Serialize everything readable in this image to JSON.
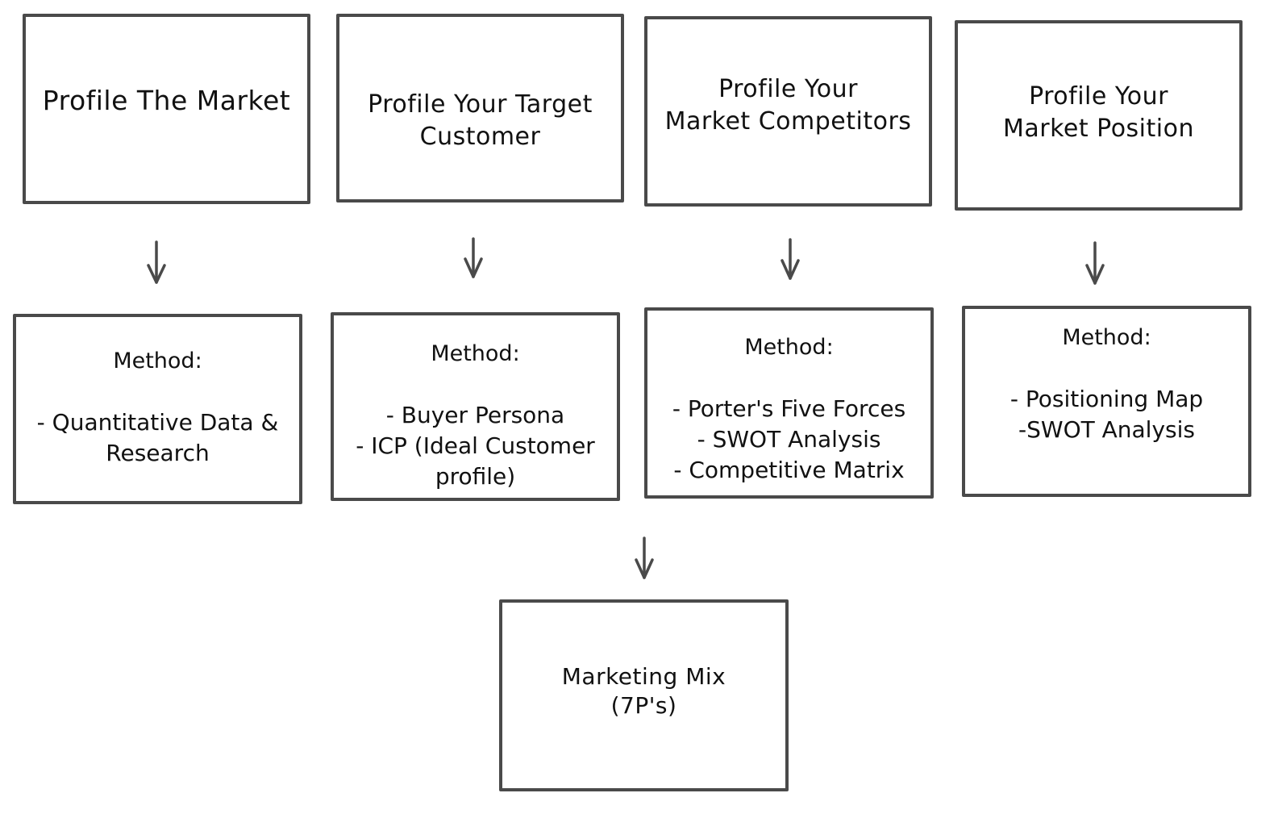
{
  "colors": {
    "stroke": "#4a4a4a",
    "text": "#111111",
    "background": "#ffffff"
  },
  "top_row": [
    {
      "title": "Profile The Market"
    },
    {
      "title": "Profile Your Target Customer"
    },
    {
      "title_line1": "Profile Your",
      "title_line2": "Market Competitors"
    },
    {
      "title_line1": "Profile Your",
      "title_line2": "Market Position"
    }
  ],
  "method_row": [
    {
      "label": "Method:",
      "items": [
        "- Quantitative Data & Research"
      ]
    },
    {
      "label": "Method:",
      "items": [
        "- Buyer Persona",
        "- ICP (Ideal Customer profile)"
      ]
    },
    {
      "label": "Method:",
      "items": [
        "- Porter's Five Forces",
        "- SWOT Analysis",
        "- Competitive Matrix"
      ]
    },
    {
      "label": "Method:",
      "items": [
        "- Positioning Map",
        "-SWOT Analysis"
      ]
    }
  ],
  "final": {
    "line1": "Marketing Mix",
    "line2": "(7P's)"
  }
}
